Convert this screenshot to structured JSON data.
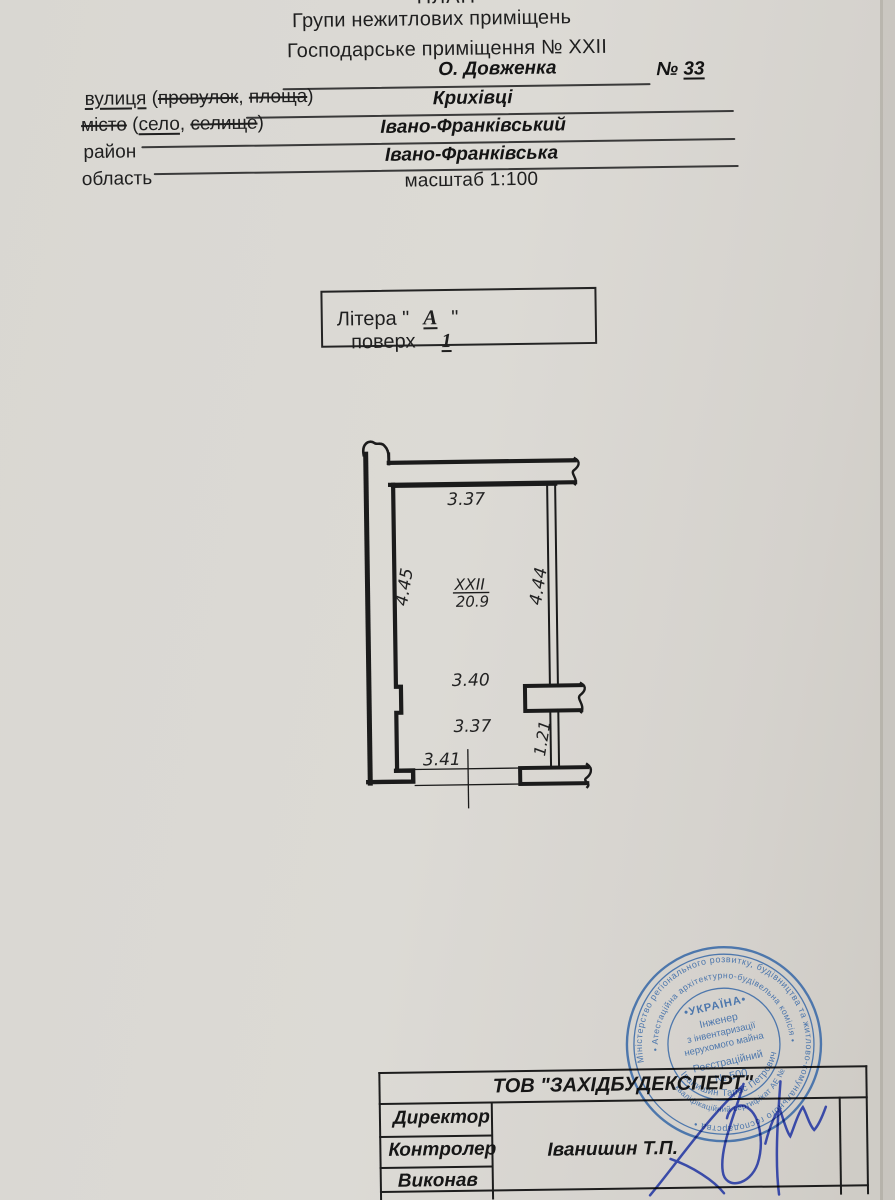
{
  "header": {
    "title": "ПЛАН",
    "line1": "Групи нежитлових приміщень",
    "line2": "Господарське приміщення №  XXII",
    "scale": "масштаб 1:100"
  },
  "form": {
    "street": {
      "label": "вулиця",
      "open": "(",
      "alt1": "провулок",
      "sep": ", ",
      "alt2": "площа",
      "close": ")",
      "value": "О. Довженка",
      "num_sign": "№ ",
      "num": "33"
    },
    "city": {
      "label": "місто",
      "open": "(",
      "alt1": "село",
      "sep": ", ",
      "alt2": "селище",
      "close": ")",
      "value": "Крихівці"
    },
    "district": {
      "label": "район",
      "value": "Івано-Франківський"
    },
    "region": {
      "label": "область",
      "value": "Івано-Франківська"
    }
  },
  "litera": {
    "label": "Літера",
    "q1": "\"",
    "letter": "А",
    "q2": "\"",
    "floor_label": "поверх",
    "floor": "1"
  },
  "plan": {
    "room": "XXII",
    "area": "20.9",
    "dim_top": "3.37",
    "dim_left": "4.45",
    "dim_right": "4.44",
    "dim_mid": "3.40",
    "dim_lower": "3.37",
    "dim_bottom": "3.41",
    "dim_niche": "1.21"
  },
  "stamp": {
    "ring_outer": "Міністерство регіонального розвитку, будівництва та житлово-комунального господарства •",
    "ring_inner": "• Атестаційна архітектурно-будівельна комісія •",
    "c1": "•УКРАЇНА•",
    "c2": "Інженер",
    "c3": "з інвентаризації",
    "c4": "нерухомого майна",
    "c5": "Реєстраційний",
    "c6": "№ 500",
    "name_arc": "Іванишин Тарас Петрович",
    "cert_arc": "кваліфікаційний сертифікат АЕ №"
  },
  "footer": {
    "company": "ТОВ \"ЗАХІДБУДЕКСПЕРТ\"",
    "row1": "Директор",
    "row2": "Контролер",
    "row3": "Виконав",
    "controller_name": "Іванишин Т.П."
  }
}
